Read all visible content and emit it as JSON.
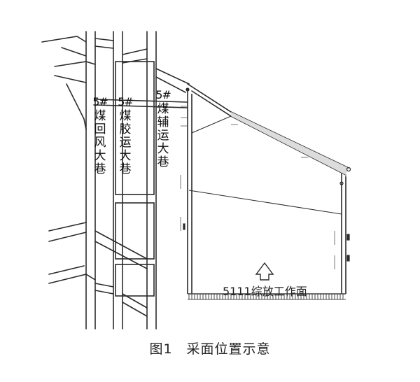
{
  "labels": {
    "return_airway": {
      "num": "5#",
      "text": "煤回风大巷"
    },
    "belt_airway": {
      "num": "5#",
      "text": "煤胶运大巷"
    },
    "aux_airway": {
      "num": "5#",
      "text": "煤辅运大巷"
    }
  },
  "face_label": "5111综放工作面",
  "caption": "图1　采面位置示意",
  "colors": {
    "line": "#2b2b2b",
    "hatch": "#444444",
    "road": "#dcdcdc"
  }
}
